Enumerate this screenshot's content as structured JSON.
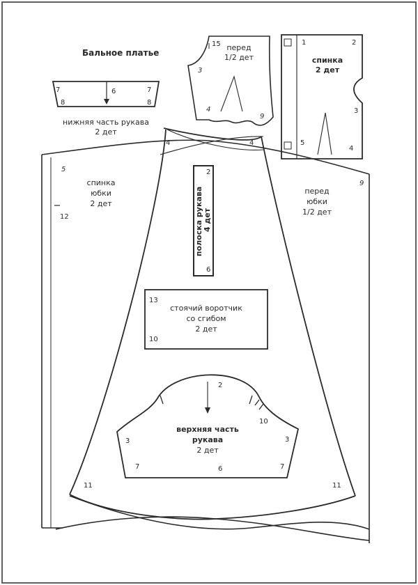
{
  "title": "Бальное платье",
  "pieces": {
    "lower_sleeve": {
      "line1": "нижняя часть рукава",
      "line2": "2 дет",
      "marks": [
        "7",
        "8",
        "6",
        "7",
        "8"
      ]
    },
    "bodice_front": {
      "line1": "перед",
      "line2": "1/2 дет",
      "marks": [
        "15",
        "3",
        "4",
        "9"
      ]
    },
    "bodice_back": {
      "line1": "спинка",
      "line2": "2 дет",
      "marks": [
        "1",
        "2",
        "3",
        "5",
        "4"
      ]
    },
    "skirt_back": {
      "line1": "спинка",
      "line2": "юбки",
      "line3": "2 дет",
      "marks": [
        "5",
        "12"
      ]
    },
    "skirt_front": {
      "line1": "перед",
      "line2": "юбки",
      "line3": "1/2 дет",
      "marks": [
        "9"
      ]
    },
    "sleeve_strip": {
      "line1": "полоска рукава",
      "line2": "4 дет",
      "marks": [
        "2",
        "6"
      ]
    },
    "collar": {
      "line1": "стоячий воротчик",
      "line2": "со сгибом",
      "line3": "2 дет",
      "marks": [
        "13",
        "10"
      ]
    },
    "upper_sleeve": {
      "line1": "верхняя часть",
      "line2": "рукава",
      "line3": "2 дет",
      "marks": [
        "2",
        "10",
        "3",
        "3",
        "7",
        "6",
        "7"
      ]
    },
    "skirt_panel": {
      "marks": [
        "4",
        "4",
        "11",
        "11"
      ]
    }
  },
  "colors": {
    "ink": "#2a2a2a",
    "paper": "#ffffff"
  }
}
